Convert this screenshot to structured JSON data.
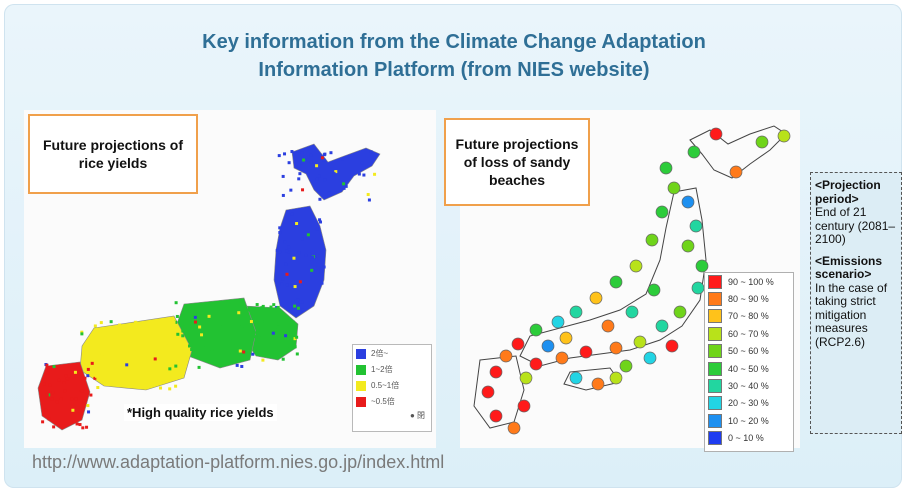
{
  "title_line1": "Key information from the Climate Change Adaptation",
  "title_line2": "Information Platform (from NIES website)",
  "left_map": {
    "callout": "Future projections of rice yields",
    "note": "*High quality rice yields",
    "legend": [
      {
        "label": "2倍~",
        "color": "#2b3fe0"
      },
      {
        "label": "1~2倍",
        "color": "#22c232"
      },
      {
        "label": "0.5~1倍",
        "color": "#f3ea1e"
      },
      {
        "label": "~0.5倍",
        "color": "#e81b1b"
      }
    ],
    "legend_button": "● 閉",
    "regions": [
      {
        "name": "hokkaido",
        "color": "#2b3fe0"
      },
      {
        "name": "tohoku",
        "color": "#2b3fe0"
      },
      {
        "name": "kanto",
        "color": "#22c232"
      },
      {
        "name": "chubu",
        "color": "#22c232"
      },
      {
        "name": "kinki",
        "color": "#f3ea1e"
      },
      {
        "name": "kyushu",
        "color": "#e81b1b"
      }
    ]
  },
  "right_map": {
    "callout": "Future projections of loss of sandy beaches",
    "legend": [
      {
        "label": "90 ~ 100 %",
        "color": "#ff1a1a"
      },
      {
        "label": "80 ~ 90 %",
        "color": "#ff7a1a"
      },
      {
        "label": "70 ~ 80 %",
        "color": "#ffc21a"
      },
      {
        "label": "60 ~ 70 %",
        "color": "#b8e21a"
      },
      {
        "label": "50 ~ 60 %",
        "color": "#6fd41a"
      },
      {
        "label": "40 ~ 50 %",
        "color": "#2ccc3a"
      },
      {
        "label": "30 ~ 40 %",
        "color": "#22d6a0"
      },
      {
        "label": "20 ~ 30 %",
        "color": "#22d4e4"
      },
      {
        "label": "10 ~ 20 %",
        "color": "#1e90f0"
      },
      {
        "label": "0 ~ 10 %",
        "color": "#1e3cf0"
      }
    ]
  },
  "side": {
    "projection_heading": "<Projection period>",
    "projection_text": "End of 21 century (2081–2100)",
    "scenario_heading": "<Emissions scenario>",
    "scenario_text": "In the case of taking strict mitigation measures (RCP2.6)"
  },
  "url": "http://www.adaptation-platform.nies.go.jp/index.html"
}
